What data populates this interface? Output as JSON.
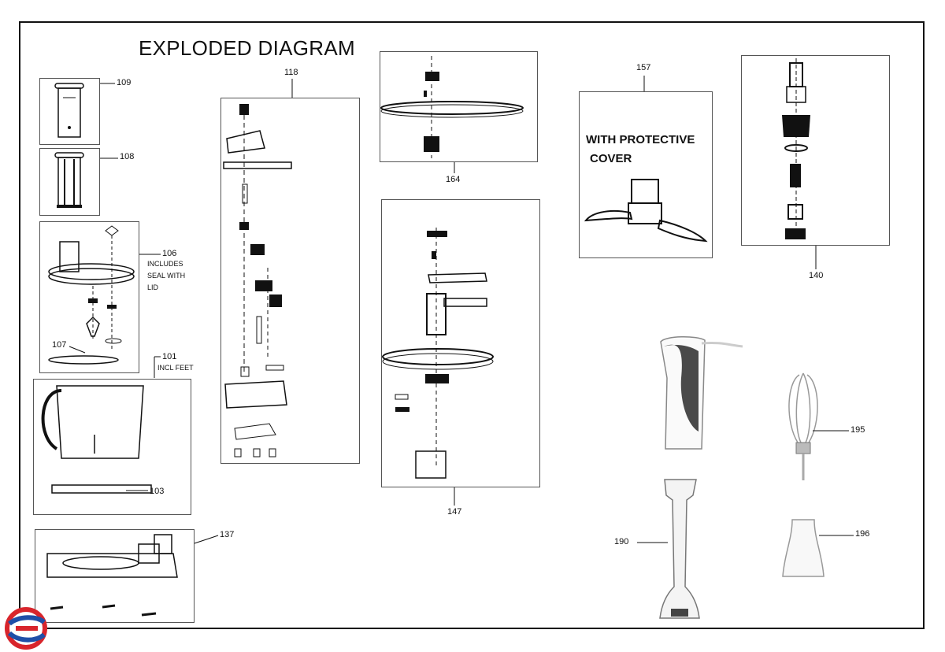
{
  "title": "EXPLODED DIAGRAM",
  "parts": {
    "p109": "109",
    "p108": "108",
    "p106": "106",
    "p106_note": [
      "INCLUDES",
      "SEAL WITH",
      "LID"
    ],
    "p107": "107",
    "p101": "101",
    "p101_note": "INCL FEET",
    "p103": "103",
    "p137": "137",
    "p118": "118",
    "p164": "164",
    "p147": "147",
    "p157": "157",
    "p157_note": [
      "WITH PROTECTIVE",
      "COVER"
    ],
    "p140": "140",
    "p195": "195",
    "p190": "190",
    "p196": "196"
  },
  "colors": {
    "line": "#111111",
    "brand_red": "#d8252c",
    "brand_blue": "#1f4fa8",
    "grip": "#4a4a4a"
  }
}
